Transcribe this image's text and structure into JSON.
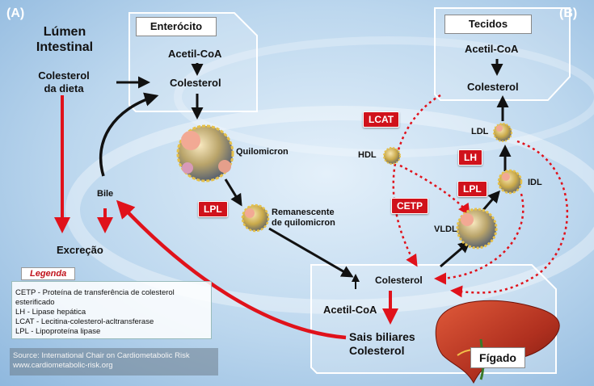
{
  "panel_a_label": "(A)",
  "panel_b_label": "(B)",
  "lumen_title": "Lúmen\nIntestinal",
  "dietary_cholesterol": "Colesterol\nda dieta",
  "enterocyte": {
    "header": "Enterócito",
    "acetyl_coa": "Acetil-CoA",
    "cholesterol": "Colesterol"
  },
  "chylomicron": "Quilomicron",
  "lpl_tag_a": "LPL",
  "chylomicron_remnant": "Remanescente\nde quilomicron",
  "bile": "Bile",
  "excretion": "Excreção",
  "liver": {
    "cholesterol": "Colesterol",
    "acetyl_coa": "Acetil-CoA",
    "bile_salts": "Sais biliares\nColesterol",
    "label": "Fígado"
  },
  "tissues": {
    "header": "Tecidos",
    "acetyl_coa": "Acetil-CoA",
    "cholesterol": "Colesterol"
  },
  "lipoproteins": {
    "hdl": "HDL",
    "ldl": "LDL",
    "idl": "IDL",
    "vldl": "VLDL"
  },
  "enzyme_tags": {
    "lcat": "LCAT",
    "cetp": "CETP",
    "lh": "LH",
    "lpl_b": "LPL"
  },
  "legend": {
    "title": "Legenda",
    "items": [
      "CETP - Proteína de transferência de colesterol esterificado",
      "LH - Lipase hepática",
      "LCAT - Lecitina-colesterol-acltransferase",
      "LPL - Lipoproteína lipase"
    ]
  },
  "source": {
    "line1": "Source: International Chair on Cardiometabolic Risk",
    "line2": "www.cardiometabolic-risk.org"
  },
  "colors": {
    "arrow_red": "#e0121b",
    "enzyme_red": "#d0121b",
    "background": "#bcd7ee"
  }
}
